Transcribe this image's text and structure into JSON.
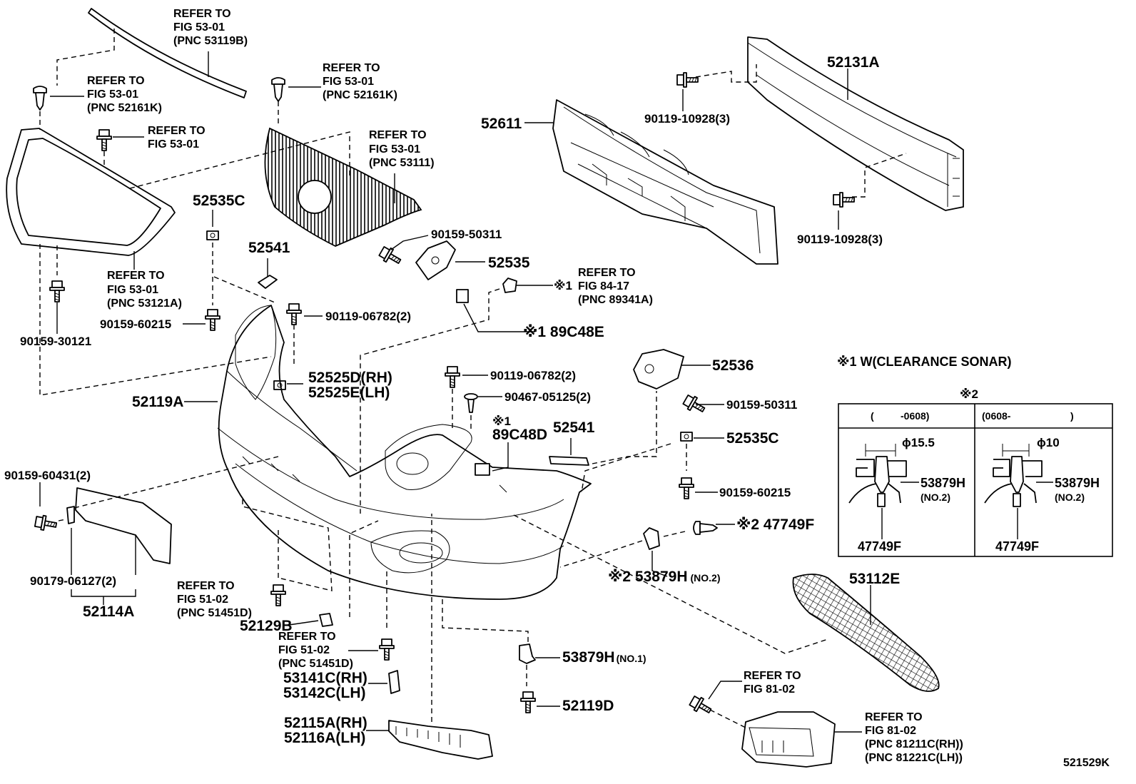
{
  "labels": {
    "grille_molding": [
      "REFER TO",
      "FIG 53-01",
      "(PNC 53119B)"
    ],
    "grille_clip_left": [
      "REFER TO",
      "FIG 53-01",
      "(PNC 52161K)"
    ],
    "grille_clip_mid": [
      "REFER TO",
      "FIG 53-01",
      "(PNC 52161K)"
    ],
    "grille_screw": [
      "REFER TO",
      "FIG 53-01"
    ],
    "radiator_grille": [
      "REFER TO",
      "FIG 53-01",
      "(PNC 53111)"
    ],
    "grille_frame": [
      "REFER TO",
      "FIG 53-01",
      "(PNC 53121A)"
    ],
    "sonar_sensor": [
      "REFER TO",
      "FIG 84-17",
      "(PNC 89341A)"
    ],
    "bumper_reinf_bolt": [
      "REFER TO",
      "FIG 51-02",
      "(PNC 51451D)"
    ],
    "lower_bolt": [
      "REFER TO",
      "FIG 51-02",
      "(PNC 51451D)"
    ],
    "fog_lamp_screw": [
      "REFER TO",
      "FIG 81-02"
    ],
    "fog_lamp": [
      "REFER TO",
      "FIG 81-02",
      "(PNC 81211C(RH))",
      "(PNC 81221C(LH))"
    ]
  },
  "part_numbers": {
    "p52131A": "52131A",
    "p52611": "52611",
    "p90119_10928_top": "90119-10928(3)",
    "p90119_10928_bot": "90119-10928(3)",
    "p52535C_top": "52535C",
    "p52541_top": "52541",
    "p90159_50311_top": "90159-50311",
    "p52535": "52535",
    "p89C48E": "※1 89C48E",
    "sonar_mark": "※1",
    "p90159_60215_left": "90159-60215",
    "p90119_06782_top": "90119-06782(2)",
    "p90159_30121": "90159-30121",
    "p52525D": "52525D(RH)",
    "p52525E": "52525E(LH)",
    "p52119A": "52119A",
    "p52536": "52536",
    "p90119_06782_mid": "90119-06782(2)",
    "p90467_05125": "90467-05125(2)",
    "p90159_50311_right": "90159-50311",
    "p89C48D_mark": "※1",
    "p89C48D": "89C48D",
    "p52541_mid": "52541",
    "p52535C_right": "52535C",
    "p90159_60215_right": "90159-60215",
    "p90159_60431": "90159-60431(2)",
    "p47749F": "※2 47749F",
    "p53879H_no2": "※2 53879H",
    "p53879H_no2_suffix": "(NO.2)",
    "p90179_06127": "90179-06127(2)",
    "p52114A": "52114A",
    "p53112E": "53112E",
    "p52129B": "52129B",
    "p53141C": "53141C(RH)",
    "p53142C": "53142C(LH)",
    "p53879H_no1": "53879H",
    "p53879H_no1_suffix": "(NO.1)",
    "p52119D": "52119D",
    "p52115A": "52115A(RH)",
    "p52116A": "52116A(LH)",
    "figure_code": "521529K"
  },
  "sonar_table": {
    "title": "※1 W(CLEARANCE SONAR)",
    "mark": "※2",
    "col_left_header_open": "(",
    "col_left_header": "-0608)",
    "col_right_header": "(0608-",
    "col_right_header_close": ")",
    "left_dim": "ϕ15.5",
    "right_dim": "ϕ10",
    "left_part": "53879H",
    "left_part_sub": "(NO.2)",
    "right_part": "53879H",
    "right_part_sub": "(NO.2)",
    "left_bottom": "47749F",
    "right_bottom": "47749F"
  }
}
